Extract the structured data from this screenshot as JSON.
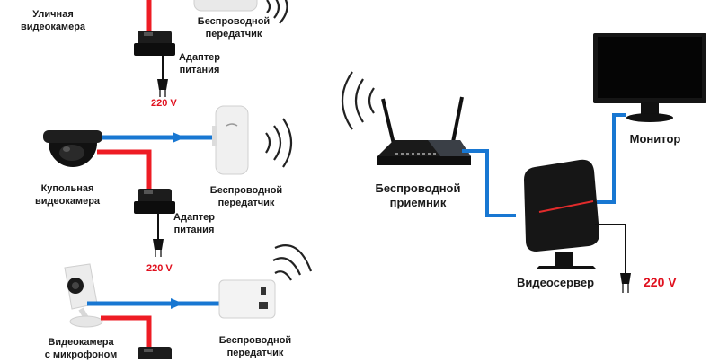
{
  "diagram": {
    "title": "",
    "colors": {
      "video_line": "#1877d2",
      "power_line": "#ee1c24",
      "cable_black": "#111111",
      "voltage_text": "#e0101e",
      "label_text": "#1a1a1a"
    },
    "cameras": [
      {
        "label_line1": "Уличная",
        "label_line2": "видеокамера",
        "type": "street-camera"
      },
      {
        "label_line1": "Купольная",
        "label_line2": "видеокамера",
        "type": "dome-camera"
      },
      {
        "label_line1": "Видеокамера",
        "label_line2": "с микрофоном",
        "type": "camera-with-microphone"
      }
    ],
    "transmitters": [
      {
        "label_line1": "Беспроводной",
        "label_line2": "передатчик"
      },
      {
        "label_line1": "Беспроводной",
        "label_line2": "передатчик"
      },
      {
        "label_line1": "Беспроводной",
        "label_line2": "передатчик"
      }
    ],
    "adapters": [
      {
        "label_line1": "Адаптер",
        "label_line2": "питания",
        "voltage": "220 V"
      },
      {
        "label_line1": "Адаптер",
        "label_line2": "питания",
        "voltage": "220 V"
      }
    ],
    "receiver": {
      "label_line1": "Беспроводной",
      "label_line2": "приемник"
    },
    "monitor": {
      "label": "Монитор"
    },
    "server": {
      "label": "Видеосервер",
      "voltage": "220 V"
    }
  }
}
